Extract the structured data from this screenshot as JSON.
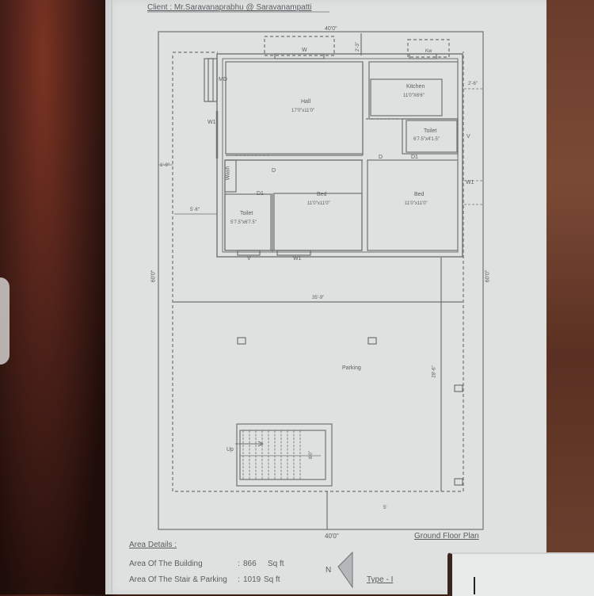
{
  "header": {
    "client": "Client : Mr.Saravanaprabhu @ Saravanampatti"
  },
  "dimensions": {
    "top_width": "40'0\"",
    "bottom_width": "40'0\"",
    "left_depth": "60'0\"",
    "right_depth": "60'0\"",
    "front_gap": "2'-3\"",
    "right_setback": "2'-6\"",
    "left_setback": "1'-9\"",
    "left_gap": "5'-6\"",
    "parking_width": "35'-9\"",
    "parking_depth": "28'-6\"",
    "stair_width": "6'0\"",
    "bottom_gap": "5'"
  },
  "rooms": {
    "hall": {
      "label": "Hall",
      "size": "17'0\"x11'0\""
    },
    "kitchen": {
      "label": "Kitchen",
      "size": "11'0\"X6'6\""
    },
    "toilet_right": {
      "label": "Toilet",
      "size": "6'7.5\"x4'1.5\""
    },
    "bed_left": {
      "label": "Bed",
      "size": "11'0\"x11'0\""
    },
    "bed_right": {
      "label": "Bed",
      "size": "11'0\"x11'0\""
    },
    "toilet_left": {
      "label": "Toilet",
      "size": "5'7.5\"x6'7.5\""
    },
    "wash": {
      "label": "Wash"
    },
    "parking": {
      "label": "Parking"
    },
    "stair": {
      "label": "Up"
    }
  },
  "openings": {
    "main_door": "MD",
    "window_top": "W",
    "kitchen_window": "Kw",
    "window_w1_left": "W1",
    "window_w1_bottom": "W1",
    "window_w1_right": "W1",
    "door_d_center": "D",
    "door_d_right": "D",
    "door_d1_left": "D1",
    "door_d1_right": "D1",
    "vent_right": "V",
    "vent_bottom": "V"
  },
  "footer": {
    "area_title": "Area Details :",
    "rows": [
      {
        "label": "Area Of The Building",
        "sep": ":",
        "value": "866",
        "unit": "Sq ft"
      },
      {
        "label": "Area Of The Stair & Parking",
        "sep": ":",
        "value": "1019",
        "unit": "Sq ft"
      }
    ],
    "north": "N",
    "plan_title": "Ground Floor Plan",
    "type": "Type - I"
  },
  "colors": {
    "paper": "#dfe1e0",
    "ink": "#5a5d5f",
    "background": "#3a1a14"
  }
}
